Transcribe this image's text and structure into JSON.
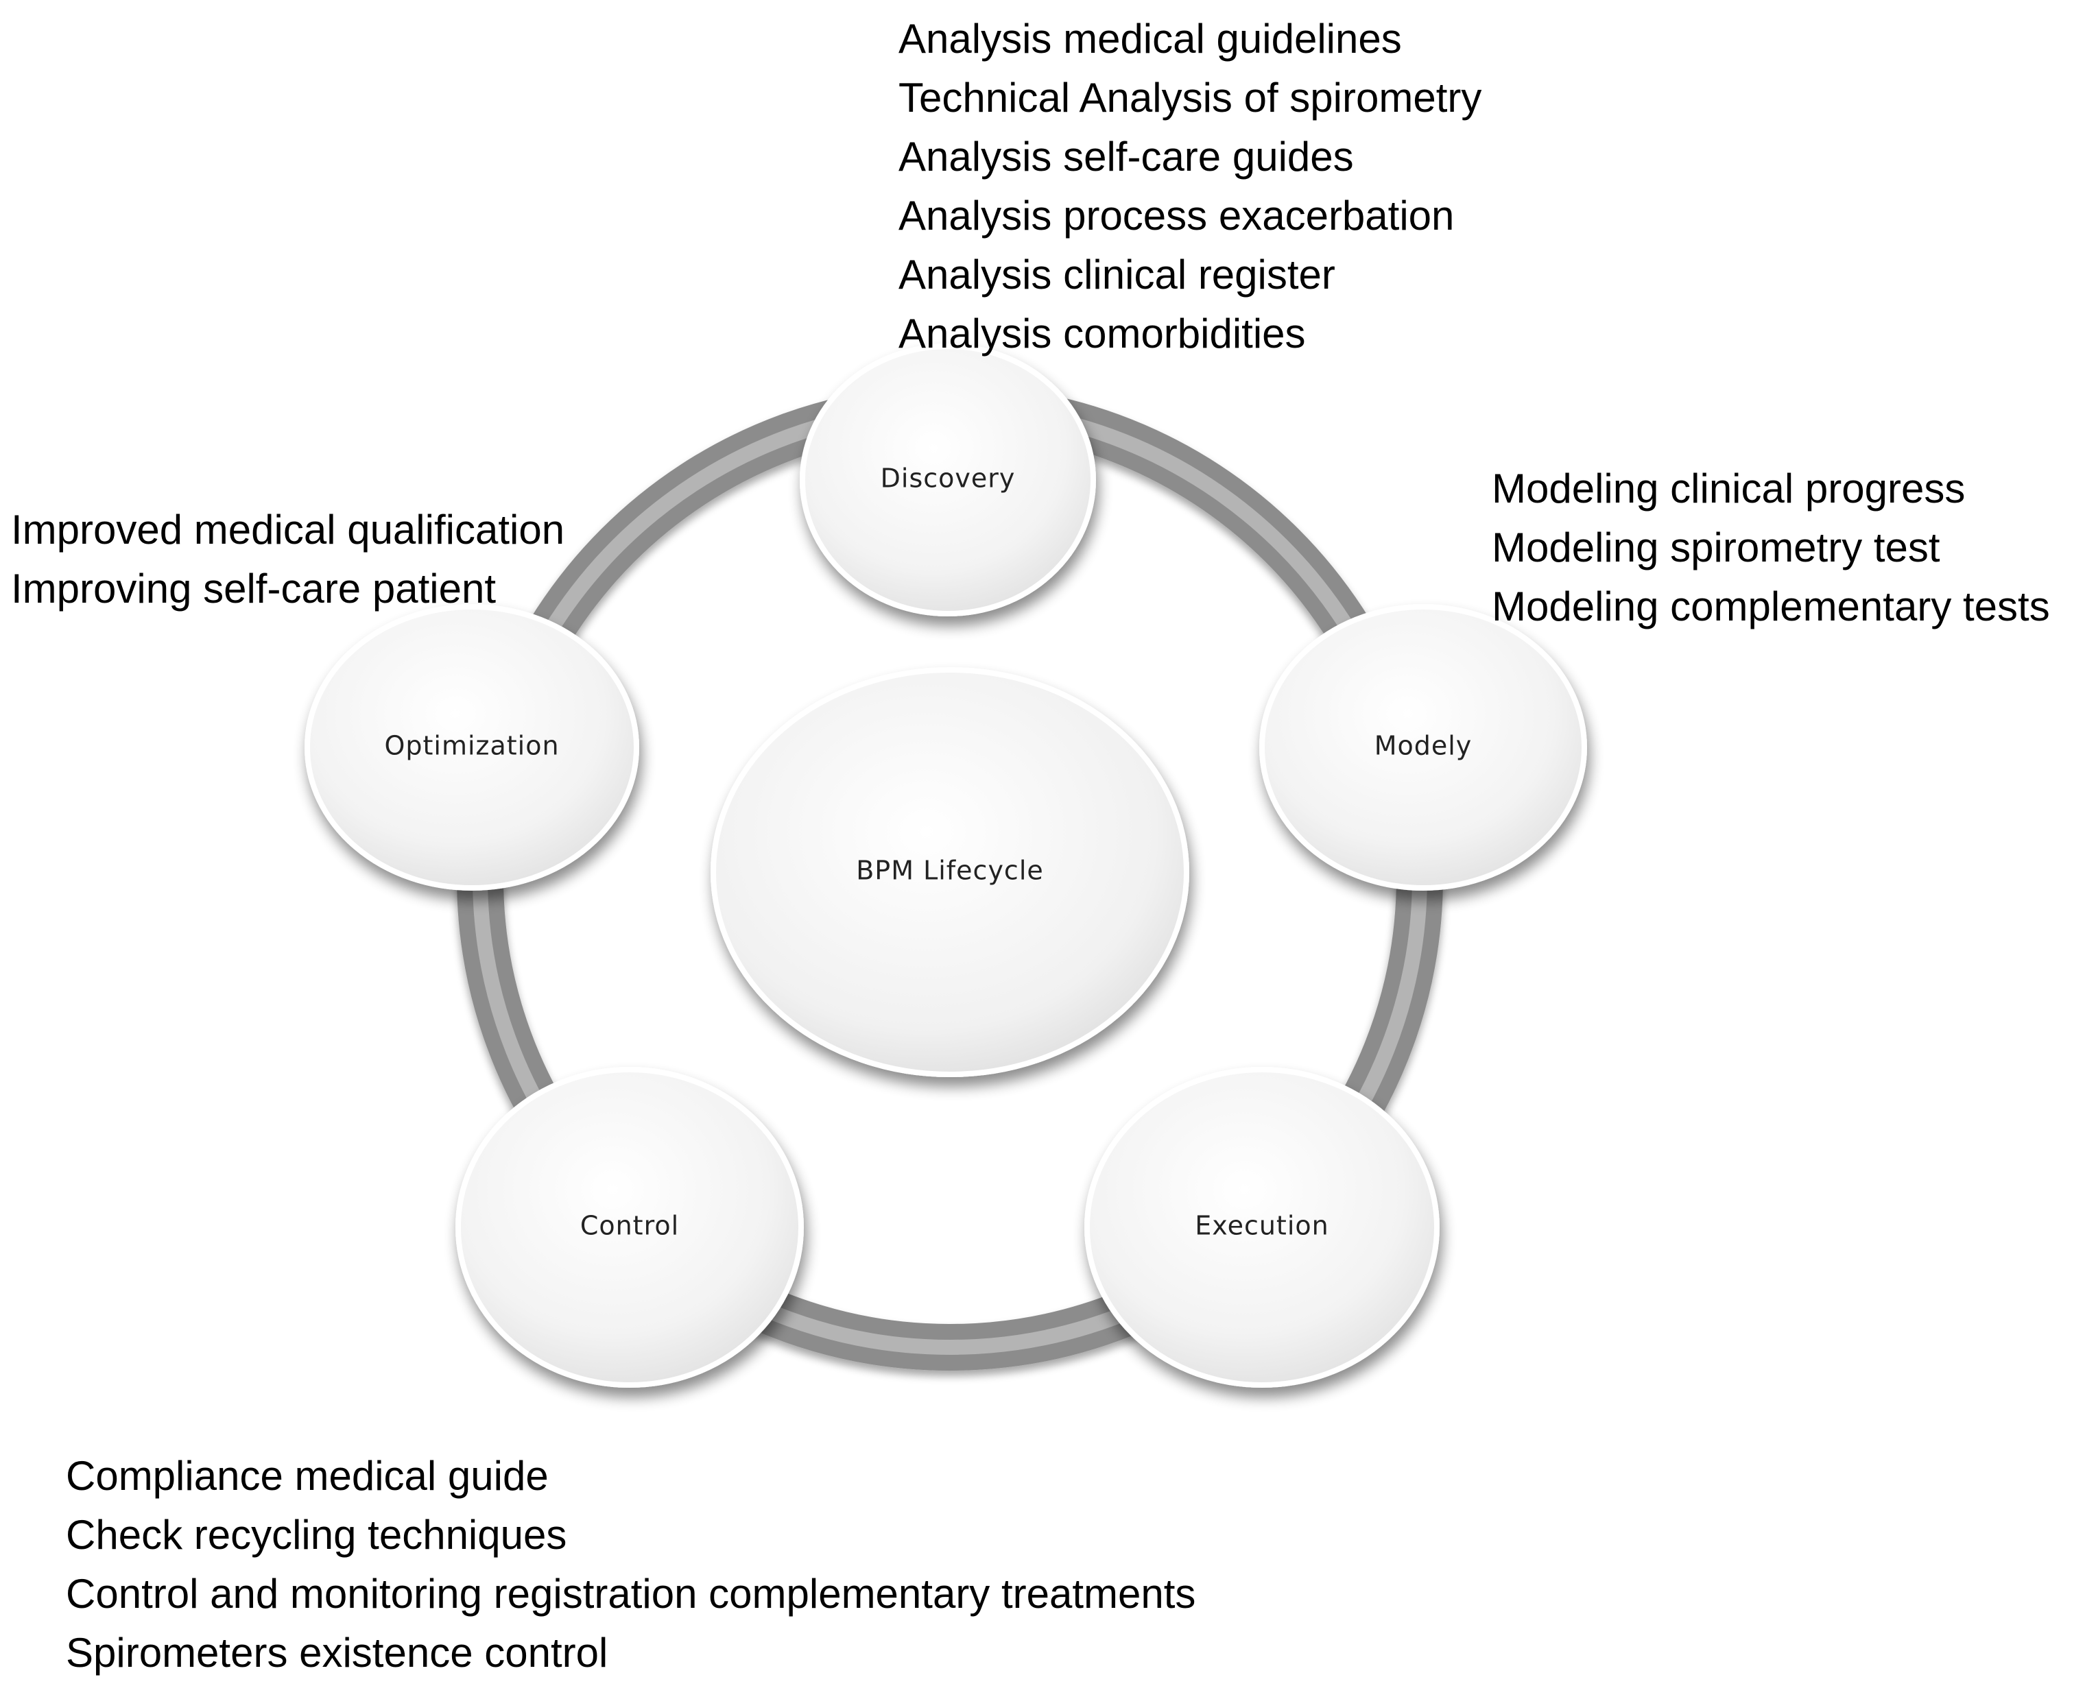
{
  "center": {
    "label": "BPM Lifecycle"
  },
  "phases": [
    {
      "id": "discovery",
      "label": "Discovery"
    },
    {
      "id": "modely",
      "label": "Modely"
    },
    {
      "id": "execution",
      "label": "Execution"
    },
    {
      "id": "control",
      "label": "Control"
    },
    {
      "id": "optimization",
      "label": "Optimization"
    }
  ],
  "notes": {
    "discovery": [
      "Analysis medical guidelines",
      "Technical Analysis of spirometry",
      "Analysis self-care guides",
      "Analysis process exacerbation",
      "Analysis clinical register",
      "Analysis comorbidities"
    ],
    "modely": [
      "Modeling clinical progress",
      "Modeling spirometry test",
      "Modeling complementary tests"
    ],
    "optimization": [
      "Improved medical qualification",
      "Improving self-care patient"
    ],
    "control": [
      "Compliance medical guide",
      "Check recycling techniques",
      "Control and monitoring registration complementary treatments",
      "Spirometers existence control"
    ]
  },
  "colors": {
    "ring": "#8c8c8c",
    "ring_highlight": "#b4b4b4",
    "bubble_fill": "#f4f4f4",
    "bubble_edge": "#ffffff",
    "label_text": "#222222",
    "note_text": "#000000"
  }
}
